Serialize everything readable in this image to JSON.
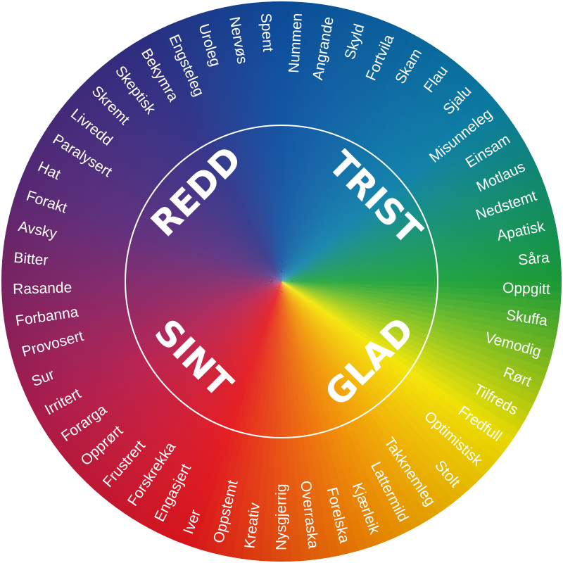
{
  "core_emotions": [
    {
      "key": "redd",
      "label": "REDD"
    },
    {
      "key": "trist",
      "label": "TRIST"
    },
    {
      "key": "glad",
      "label": "GLAD"
    },
    {
      "key": "sint",
      "label": "SINT"
    }
  ],
  "words": [
    "Nummen",
    "Angrande",
    "Skyld",
    "Fortvila",
    "Skam",
    "Flau",
    "Sjalu",
    "Misunneleg",
    "Einsam",
    "Motlaus",
    "Nedstemt",
    "Apatisk",
    "Såra",
    "Oppgitt",
    "Skuffa",
    "Vemodig",
    "Rørt",
    "Tilfreds",
    "Fredfull",
    "Optimistisk",
    "Stolt",
    "Takknemleg",
    "Lattermild",
    "Kjærleik",
    "Forelska",
    "Overraska",
    "Nysgjerrig",
    "Kreativ",
    "Oppstemt",
    "Iver",
    "Engasjert",
    "Forskrekka",
    "Frustrert",
    "Opprørt",
    "Forarga",
    "Irritert",
    "Sur",
    "Provosert",
    "Forbanna",
    "Rasande",
    "Bitter",
    "Avsky",
    "Forakt",
    "Hat",
    "Paralysert",
    "Livredd",
    "Skremt",
    "Skeptisk",
    "Bekymra",
    "Engsteleg",
    "Uroleg",
    "Nervøs",
    "Spent"
  ],
  "colors": {
    "blue": "#0b4fa0",
    "teal": "#0a7fa8",
    "green": "#1aa13a",
    "yellow": "#f4e500",
    "orange": "#f08a00",
    "red": "#e3151b",
    "crimson": "#b61c4c",
    "purple": "#5b2a7a",
    "indigo": "#2e2f86",
    "ring": "#ffffff"
  }
}
